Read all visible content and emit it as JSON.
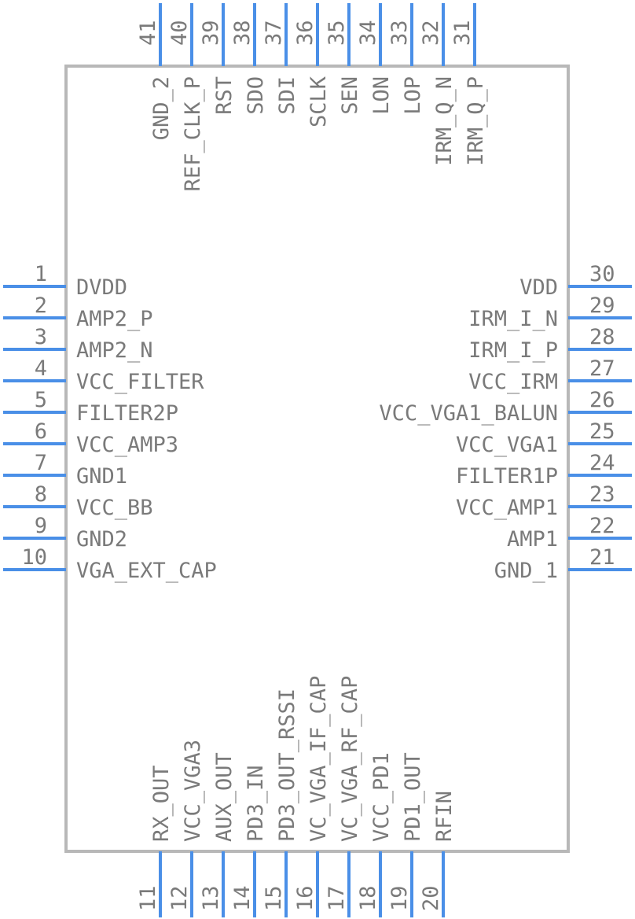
{
  "pins": {
    "left": [
      {
        "num": "1",
        "name": "DVDD"
      },
      {
        "num": "2",
        "name": "AMP2_P"
      },
      {
        "num": "3",
        "name": "AMP2_N"
      },
      {
        "num": "4",
        "name": "VCC_FILTER"
      },
      {
        "num": "5",
        "name": "FILTER2P"
      },
      {
        "num": "6",
        "name": "VCC_AMP3"
      },
      {
        "num": "7",
        "name": "GND1"
      },
      {
        "num": "8",
        "name": "VCC_BB"
      },
      {
        "num": "9",
        "name": "GND2"
      },
      {
        "num": "10",
        "name": "VGA_EXT_CAP"
      }
    ],
    "bottom": [
      {
        "num": "11",
        "name": "RX_OUT"
      },
      {
        "num": "12",
        "name": "VCC_VGA3"
      },
      {
        "num": "13",
        "name": "AUX_OUT"
      },
      {
        "num": "14",
        "name": "PD3_IN"
      },
      {
        "num": "15",
        "name": "PD3_OUT_RSSI"
      },
      {
        "num": "16",
        "name": "VC_VGA_IF_CAP"
      },
      {
        "num": "17",
        "name": "VC_VGA_RF_CAP"
      },
      {
        "num": "18",
        "name": "VCC_PD1"
      },
      {
        "num": "19",
        "name": "PD1_OUT"
      },
      {
        "num": "20",
        "name": "RFIN"
      }
    ],
    "right": [
      {
        "num": "21",
        "name": "GND_1"
      },
      {
        "num": "22",
        "name": "AMP1"
      },
      {
        "num": "23",
        "name": "VCC_AMP1"
      },
      {
        "num": "24",
        "name": "FILTER1P"
      },
      {
        "num": "25",
        "name": "VCC_VGA1"
      },
      {
        "num": "26",
        "name": "VCC_VGA1_BALUN"
      },
      {
        "num": "27",
        "name": "VCC_IRM"
      },
      {
        "num": "28",
        "name": "IRM_I_P"
      },
      {
        "num": "29",
        "name": "IRM_I_N"
      },
      {
        "num": "30",
        "name": "VDD"
      }
    ],
    "top": [
      {
        "num": "31",
        "name": "IRM_Q_P"
      },
      {
        "num": "32",
        "name": "IRM_Q_N"
      },
      {
        "num": "33",
        "name": "LOP"
      },
      {
        "num": "34",
        "name": "LON"
      },
      {
        "num": "35",
        "name": "SEN"
      },
      {
        "num": "36",
        "name": "SCLK"
      },
      {
        "num": "37",
        "name": "SDI"
      },
      {
        "num": "38",
        "name": "SDO"
      },
      {
        "num": "39",
        "name": "RST"
      },
      {
        "num": "40",
        "name": "REF_CLK_P"
      },
      {
        "num": "41",
        "name": "GND_2"
      }
    ]
  },
  "colors": {
    "pin": "#4a8fe7",
    "body_outline": "#b8b8b8",
    "text": "#7a7a7a"
  }
}
